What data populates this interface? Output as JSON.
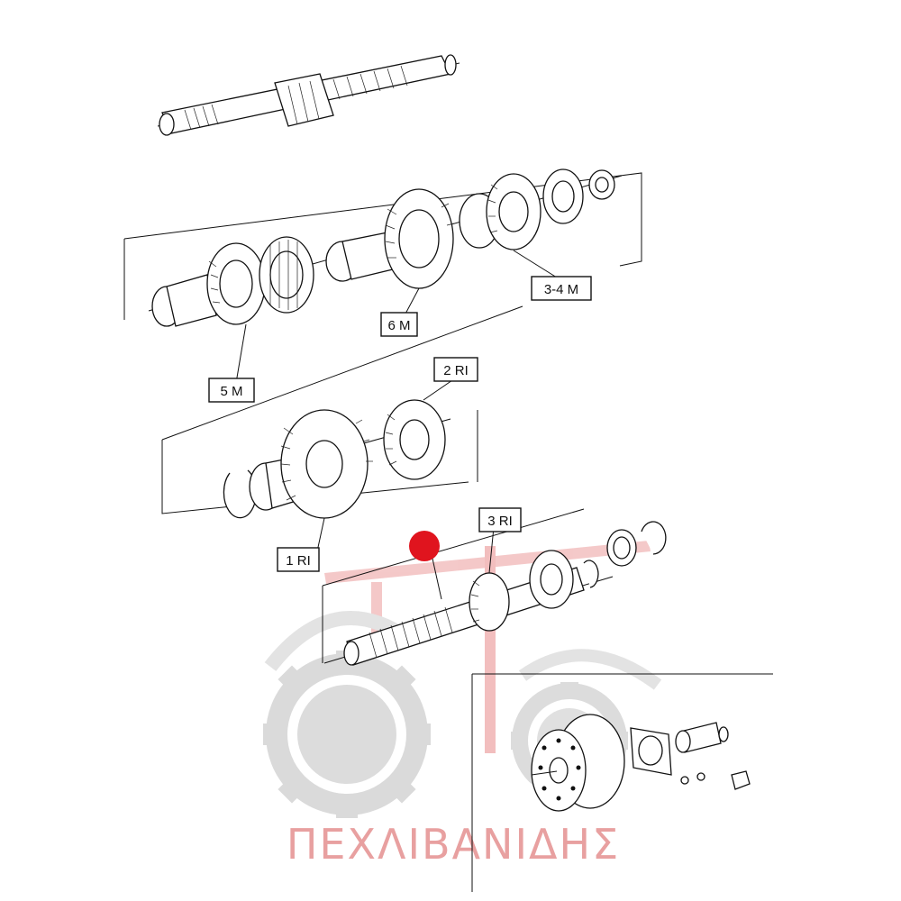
{
  "labels": {
    "m34": "3-4 M",
    "m6": "6 M",
    "m5": "5 M",
    "ri2": "2 RI",
    "ri1": "1 RI",
    "ri3": "3 RI"
  },
  "watermark": {
    "text": "ΠΕΧΛΙΒΑΝΙΔΗΣ",
    "text_color": "#e8a0a0",
    "gear_color": "#d6d6d6",
    "accent_color": "#f1b7b7"
  },
  "marker": {
    "color": "#e0141e"
  },
  "icons": [
    "tractor-watermark-icon",
    "gear-wheel-icon",
    "red-dot-marker-icon"
  ]
}
